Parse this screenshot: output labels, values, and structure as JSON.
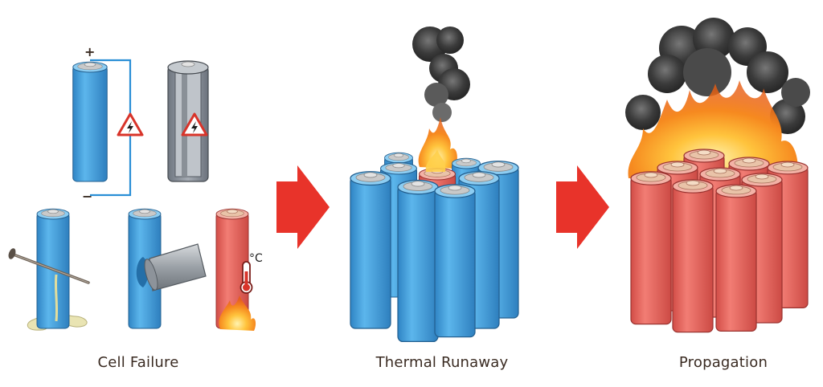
{
  "stages": [
    {
      "label": "Cell Failure"
    },
    {
      "label": "Thermal Runaway"
    },
    {
      "label": "Propagation"
    }
  ],
  "terminals": {
    "positive": "+",
    "negative": "−"
  },
  "temperature_unit": "°C",
  "colors": {
    "cell_blue": "#3f9fdc",
    "cell_red": "#e8665f",
    "arrow_red": "#e8332a",
    "warning_red": "#d8342a",
    "wire_blue": "#2a8fd6",
    "smoke": "#3a3a3a",
    "fire": "#f6a623",
    "label_text": "#3a2b22"
  }
}
